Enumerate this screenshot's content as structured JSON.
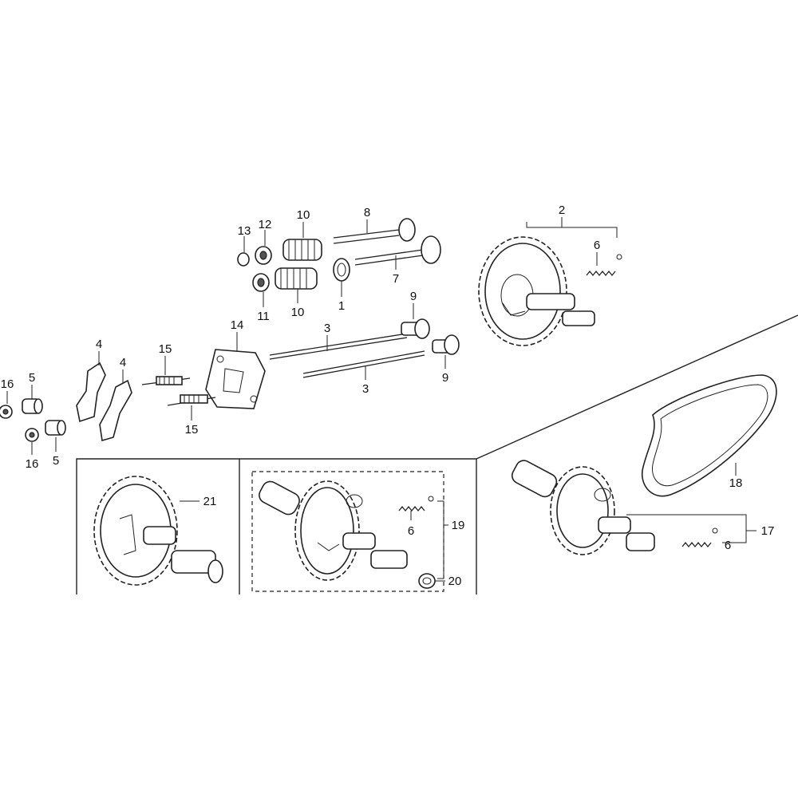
{
  "diagram": {
    "part_numbers": {
      "p1": "1",
      "p2": "2",
      "p3a": "3",
      "p3b": "3",
      "p4a": "4",
      "p4b": "4",
      "p5a": "5",
      "p5b": "5",
      "p6a": "6",
      "p6b": "6",
      "p6c": "6",
      "p7": "7",
      "p8": "8",
      "p9a": "9",
      "p9b": "9",
      "p10a": "10",
      "p10b": "10",
      "p11": "11",
      "p12": "12",
      "p13": "13",
      "p14": "14",
      "p15a": "15",
      "p15b": "15",
      "p16a": "16",
      "p16b": "16",
      "p17": "17",
      "p18": "18",
      "p19": "19",
      "p20": "20",
      "p21": "21"
    }
  }
}
